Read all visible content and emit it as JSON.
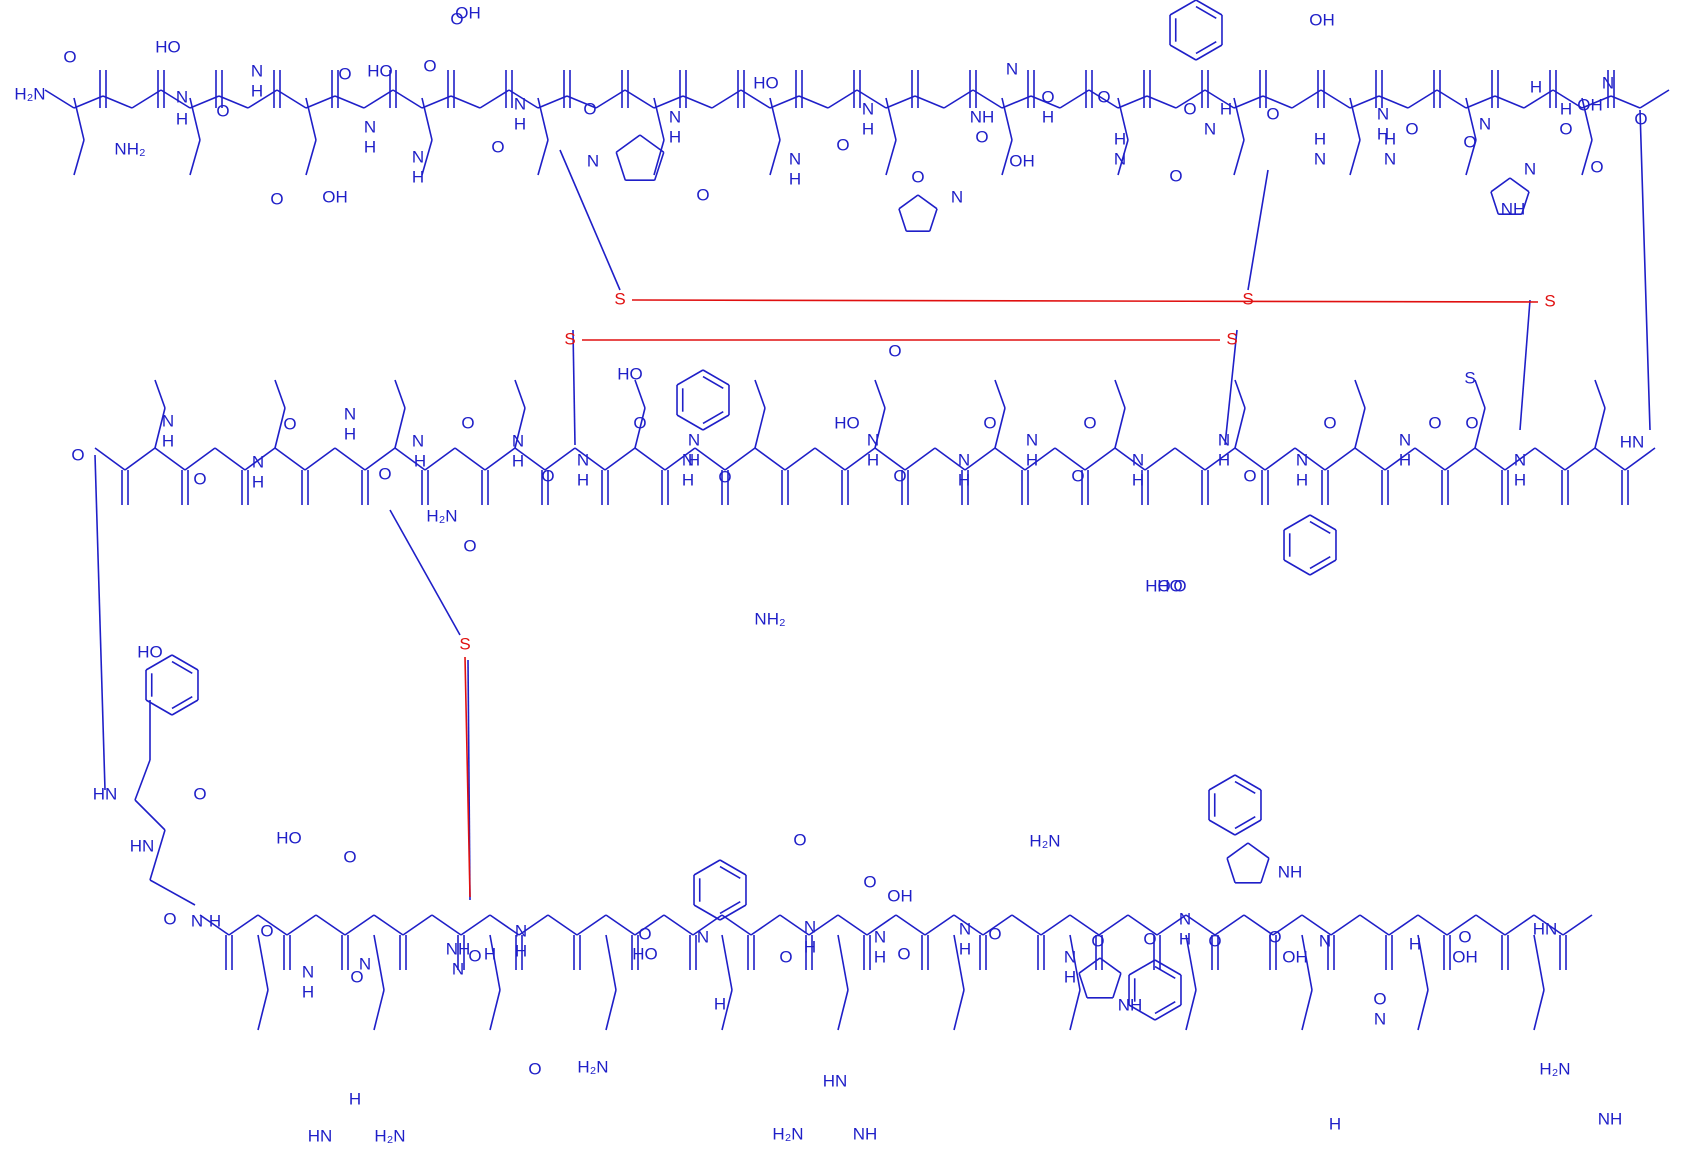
{
  "colors": {
    "structure": "#1f1fc8",
    "disulfide": "#e01010",
    "background": "#ffffff"
  },
  "labels": {
    "row1": [
      "H₂N",
      "O",
      "NH₂",
      "HO",
      "N",
      "H",
      "O",
      "N",
      "H",
      "O",
      "O",
      "OH",
      "HO",
      "O",
      "N",
      "H",
      "N",
      "H",
      "O",
      "O",
      "OH",
      "N",
      "H",
      "O",
      "N",
      "N",
      "H",
      "O",
      "HO",
      "N",
      "H",
      "O",
      "N",
      "H",
      "O",
      "N",
      "NH",
      "O",
      "N",
      "H",
      "O",
      "OH",
      "O",
      "N",
      "H",
      "O",
      "O",
      "N",
      "H",
      "OH",
      "N",
      "H",
      "O",
      "N",
      "H",
      "O",
      "N",
      "H",
      "O",
      "N",
      "NH",
      "N",
      "H",
      "O",
      "O",
      "OH",
      "N",
      "H",
      "O"
    ],
    "row2": [
      "O",
      "N",
      "H",
      "O",
      "N",
      "H",
      "O",
      "N",
      "H",
      "O",
      "N",
      "H",
      "H₂N",
      "O",
      "N",
      "H",
      "O",
      "O",
      "N",
      "H",
      "HO",
      "N",
      "H",
      "O",
      "N",
      "H",
      "O",
      "NH₂",
      "HO",
      "O",
      "N",
      "H",
      "O",
      "N",
      "H",
      "O",
      "N",
      "H",
      "O",
      "N",
      "H",
      "O",
      "HO",
      "O",
      "N",
      "H",
      "O",
      "HO",
      "N",
      "H",
      "O",
      "S",
      "N",
      "H",
      "O",
      "N",
      "H",
      "O",
      "HN"
    ],
    "row3": [
      "HO",
      "HN",
      "O",
      "HN",
      "O",
      "N",
      "H",
      "O",
      "HO",
      "O",
      "N",
      "H",
      "O",
      "N",
      "H",
      "HN",
      "H₂N",
      "NH",
      "N",
      "H",
      "O",
      "N",
      "H",
      "O",
      "H₂N",
      "O",
      "HO",
      "N",
      "H",
      "O",
      "N",
      "H",
      "O",
      "HN",
      "H₂N",
      "NH",
      "O",
      "OH",
      "N",
      "H",
      "O",
      "N",
      "H",
      "O",
      "H₂N",
      "N",
      "H",
      "O",
      "NH",
      "O",
      "N",
      "H",
      "O",
      "NH",
      "O",
      "OH",
      "N",
      "H",
      "O",
      "N",
      "H",
      "O",
      "OH",
      "HN",
      "H₂N",
      "NH"
    ],
    "sulfurs": [
      "S",
      "S",
      "S",
      "S",
      "S",
      "S"
    ]
  }
}
